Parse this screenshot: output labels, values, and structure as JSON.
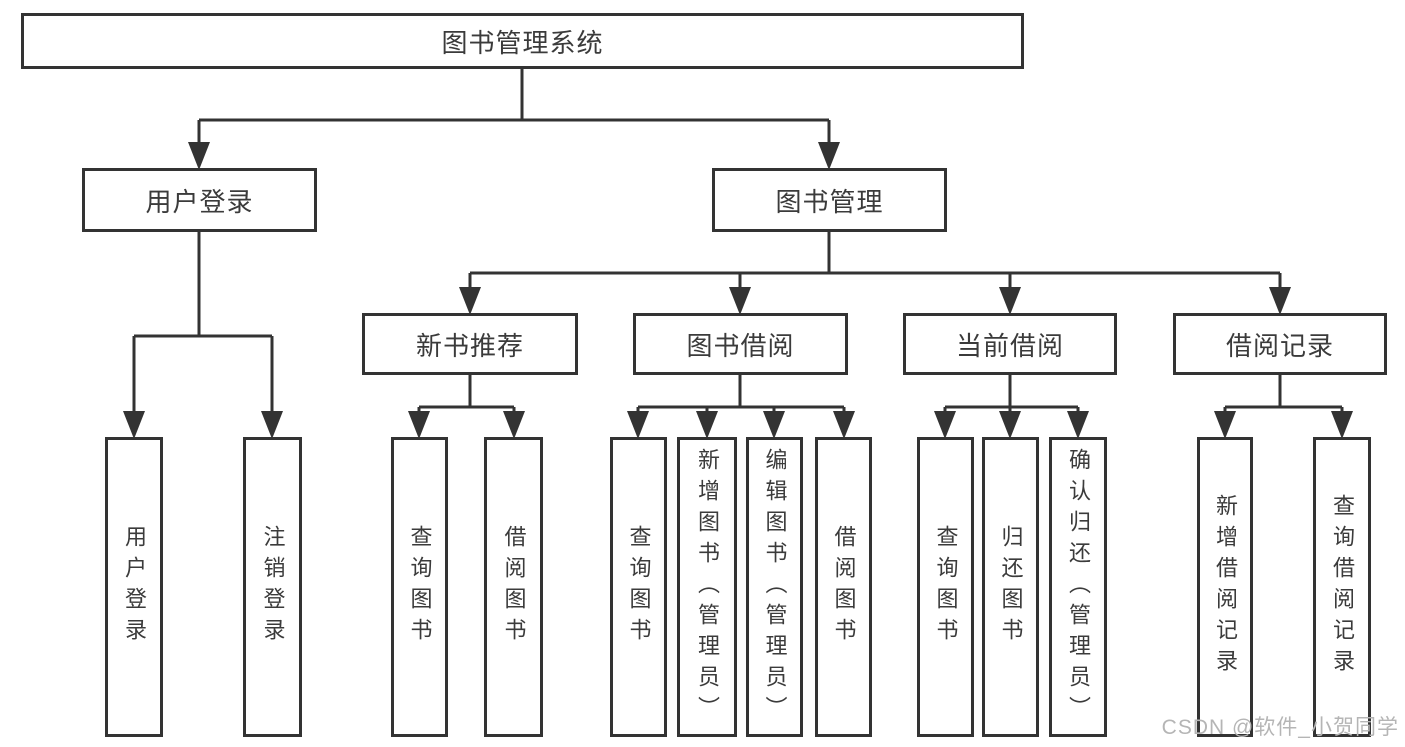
{
  "diagram": {
    "type": "hierarchy-tree",
    "title": "图书管理系统"
  },
  "nodes": {
    "root": {
      "label": "图书管理系统"
    },
    "user_login": {
      "label": "用户登录"
    },
    "book_mgmt": {
      "label": "图书管理"
    },
    "new_rec": {
      "label": "新书推荐"
    },
    "book_borrow": {
      "label": "图书借阅"
    },
    "current_borrow": {
      "label": "当前借阅"
    },
    "borrow_record": {
      "label": "借阅记录"
    },
    "ul_login": {
      "label": "用户登录"
    },
    "ul_logout": {
      "label": "注销登录"
    },
    "nr_query": {
      "label": "查询图书"
    },
    "nr_borrow": {
      "label": "借阅图书"
    },
    "bb_query": {
      "label": "查询图书"
    },
    "bb_add": {
      "label": "新增图书（管理员）"
    },
    "bb_edit": {
      "label": "编辑图书（管理员）"
    },
    "bb_borrow": {
      "label": "借阅图书"
    },
    "cb_query": {
      "label": "查询图书"
    },
    "cb_return": {
      "label": "归还图书"
    },
    "cb_confirm": {
      "label": "确认归还（管理员）"
    },
    "br_add": {
      "label": "新增借阅记录"
    },
    "br_query": {
      "label": "查询借阅记录"
    }
  },
  "hierarchy": {
    "图书管理系统": [
      "用户登录",
      "图书管理"
    ],
    "用户登录": [
      "用户登录",
      "注销登录"
    ],
    "图书管理": [
      "新书推荐",
      "图书借阅",
      "当前借阅",
      "借阅记录"
    ],
    "新书推荐": [
      "查询图书",
      "借阅图书"
    ],
    "图书借阅": [
      "查询图书",
      "新增图书（管理员）",
      "编辑图书（管理员）",
      "借阅图书"
    ],
    "当前借阅": [
      "查询图书",
      "归还图书",
      "确认归还（管理员）"
    ],
    "借阅记录": [
      "新增借阅记录",
      "查询借阅记录"
    ]
  },
  "colors": {
    "line": "#333333",
    "box_border": "#333333",
    "text": "#3b3b3b",
    "background": "#ffffff",
    "watermark": "#b5b5b5"
  },
  "watermark": {
    "text": "CSDN @软件_小贺同学"
  }
}
